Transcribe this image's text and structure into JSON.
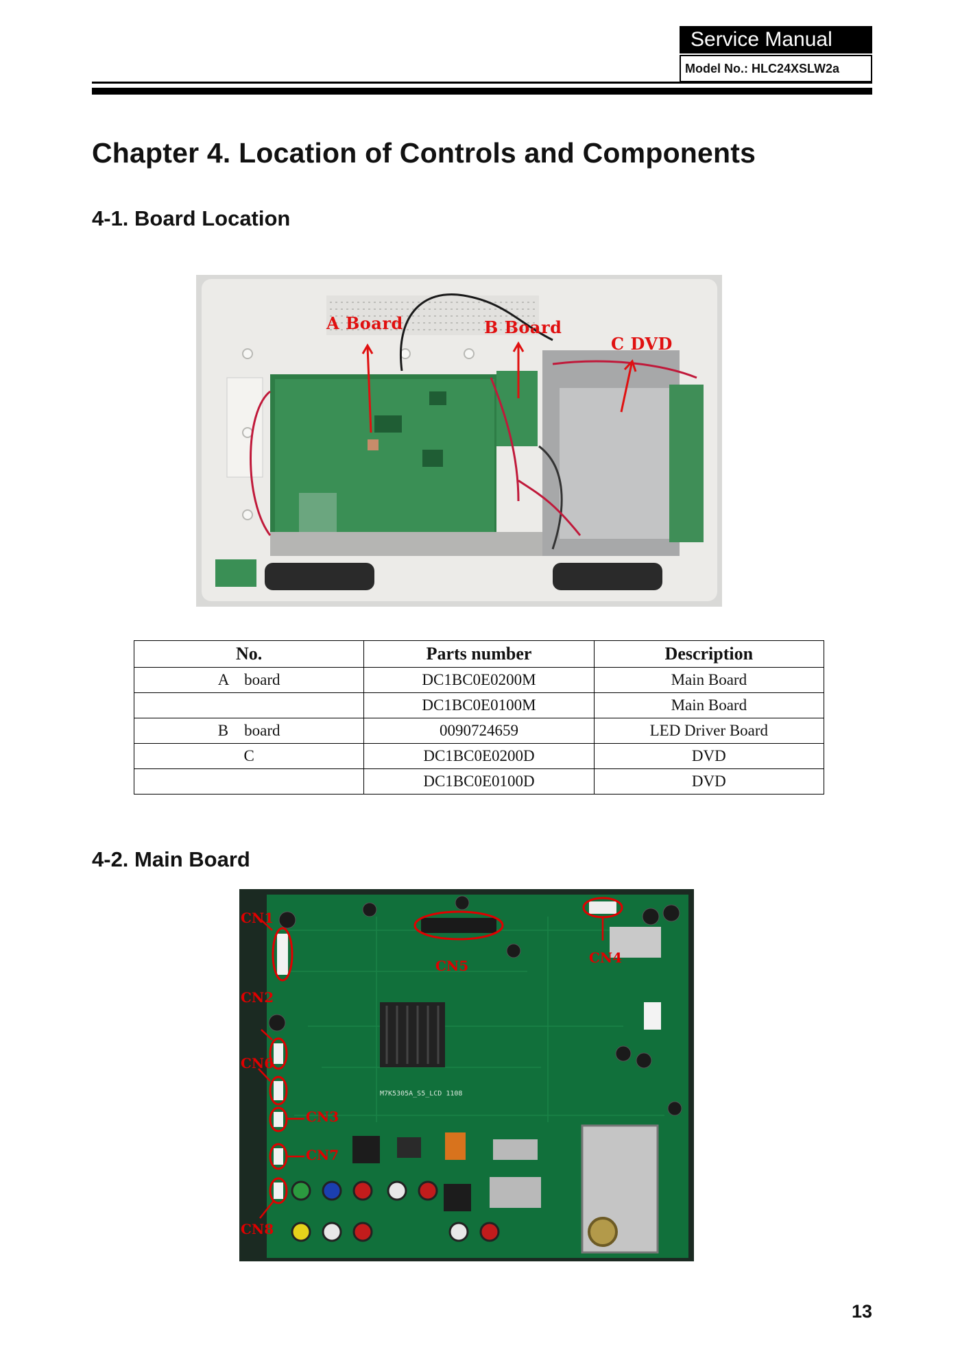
{
  "header": {
    "title": "Service Manual",
    "model": "Model No.: HLC24XSLW2a"
  },
  "chapter_title": "Chapter 4. Location of Controls and Components",
  "section1": {
    "heading": "4-1. Board Location",
    "photo_labels": {
      "a": "A Board",
      "b": "B Board",
      "c": "C DVD"
    }
  },
  "parts_table": {
    "headers": [
      "No.",
      "Parts number",
      "Description"
    ],
    "rows": [
      {
        "no": "A    board",
        "part": "DC1BC0E0200M",
        "desc": "Main Board"
      },
      {
        "no": "",
        "part": "DC1BC0E0100M",
        "desc": "Main Board"
      },
      {
        "no": "B    board",
        "part": "0090724659",
        "desc": "LED Driver Board"
      },
      {
        "no": "C",
        "part": "DC1BC0E0200D",
        "desc": "DVD"
      },
      {
        "no": "",
        "part": "DC1BC0E0100D",
        "desc": "DVD"
      }
    ]
  },
  "section2": {
    "heading": "4-2. Main Board",
    "connector_labels": {
      "cn1": "CN1",
      "cn2": "CN2",
      "cn3": "CN3",
      "cn4": "CN4",
      "cn5": "CN5",
      "cn6": "CN6",
      "cn7": "CN7",
      "cn8": "CN8"
    },
    "board_silkscreen": "M7K5305A_S5_LCD 1108"
  },
  "page_number": "13",
  "colors": {
    "annotation_red": "#e01010",
    "pcb_green": "#12703a",
    "black": "#000000"
  }
}
